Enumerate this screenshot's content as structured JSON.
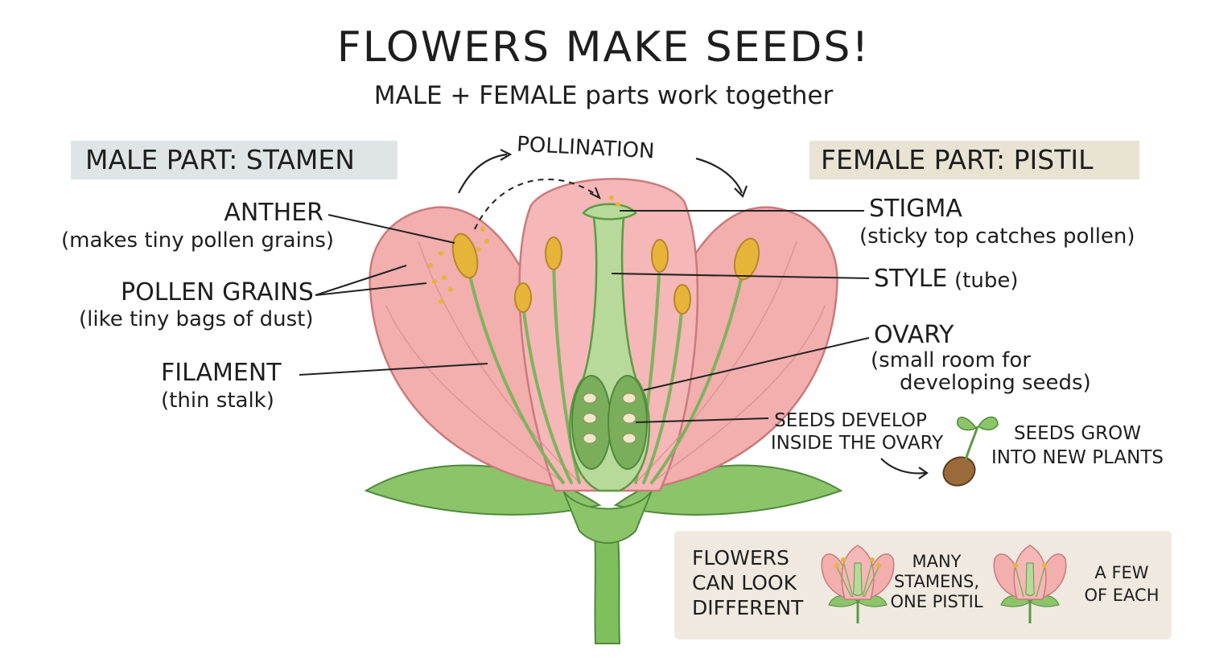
{
  "title": "FLOWERS MAKE SEEDS!",
  "subtitle": "MALE + FEMALE parts work together",
  "male_banner": "MALE PART: STAMEN",
  "female_banner": "FEMALE PART: PISTIL",
  "pollination": "POLLINATION",
  "labels": {
    "anther": {
      "name": "ANTHER",
      "desc": "(makes tiny pollen grains)"
    },
    "pollen": {
      "name": "POLLEN GRAINS",
      "desc": "(like tiny bags of dust)"
    },
    "filament": {
      "name": "FILAMENT",
      "desc": "(thin stalk)"
    },
    "stigma": {
      "name": "STIGMA",
      "desc": "(sticky top catches pollen)"
    },
    "style": {
      "name": "STYLE",
      "desc": "(tube)"
    },
    "ovary": {
      "name": "OVARY",
      "desc_line1": "(small room for",
      "desc_line2": "developing seeds)"
    }
  },
  "seeds_develop": {
    "line1": "SEEDS DEVELOP",
    "line2": "INSIDE THE OVARY"
  },
  "seeds_grow": {
    "line1": "SEEDS GROW",
    "line2": "INTO NEW PLANTS"
  },
  "variety_box": {
    "heading": {
      "line1": "FLOWERS",
      "line2": "CAN LOOK",
      "line3": "DIFFERENT"
    },
    "example1": {
      "line1": "MANY",
      "line2": "STAMENS,",
      "line3": "ONE PISTIL"
    },
    "example2": {
      "line1": "A FEW",
      "line2": "OF EACH"
    }
  },
  "colors": {
    "petal": "#f3aeae",
    "petal_stroke": "#c97b7b",
    "green": "#8cc46a",
    "dark_green": "#4f8a3a",
    "anther": "#e7b43a",
    "seed": "#9a6a3a"
  }
}
